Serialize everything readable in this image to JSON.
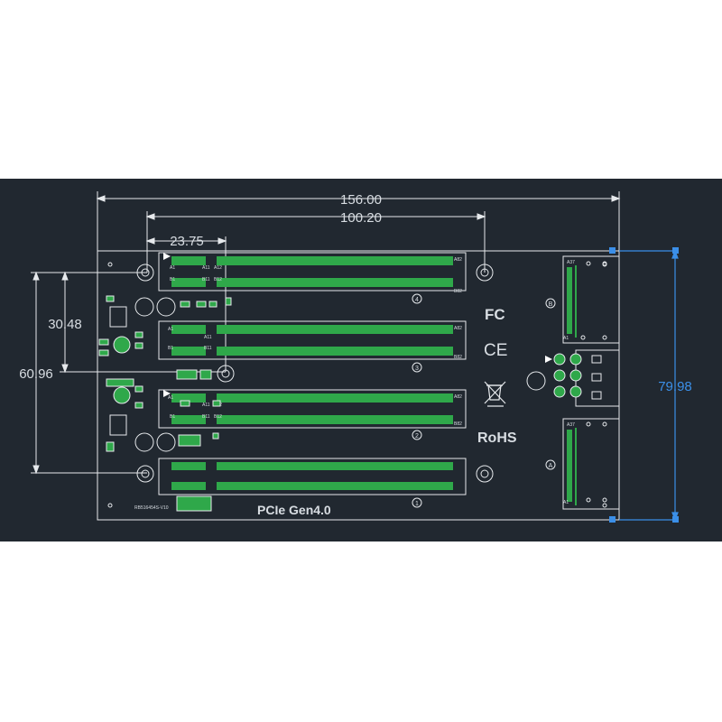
{
  "dimensions": {
    "overall_width": "156.00",
    "slot_span": "100.20",
    "slot_offset": "23.75",
    "slot_pitch": "30.48",
    "slot_span_vertical": "60.96",
    "board_height": "79.98"
  },
  "slots": [
    {
      "number": "4",
      "pin_a_start": "A1",
      "pin_a_mid": "A11",
      "pin_a_mid2": "A12",
      "pin_a_end": "A82",
      "pin_b_start": "B1",
      "pin_b_mid": "B11",
      "pin_b_mid2": "B12",
      "pin_b_end": "B82"
    },
    {
      "number": "3",
      "pin_a_start": "A1",
      "pin_a_mid": "A11",
      "pin_a_end": "A82",
      "pin_b_start": "B1",
      "pin_b_mid": "B11",
      "pin_b_end": "B82"
    },
    {
      "number": "2",
      "pin_a_start": "A1",
      "pin_a_mid": "A11",
      "pin_a_mid2": "A12",
      "pin_a_end": "A82",
      "pin_b_start": "B1",
      "pin_b_mid": "B11",
      "pin_b_mid2": "B12",
      "pin_b_end": "B82"
    },
    {
      "number": "1"
    }
  ],
  "connectors": [
    {
      "label": "B",
      "pin": "A37",
      "pin2": "A1"
    },
    {
      "label": "A",
      "pin": "A37",
      "pin2": "A1"
    }
  ],
  "marks": {
    "fc": "FC",
    "ce": "CE",
    "rohs": "RoHS",
    "product": "PCIe Gen4.0",
    "part_number": "RB516454S-V10"
  },
  "colors": {
    "background": "#212830",
    "line": "#e6e9ec",
    "green": "#2fa84a",
    "selection": "#3b8fe8"
  }
}
